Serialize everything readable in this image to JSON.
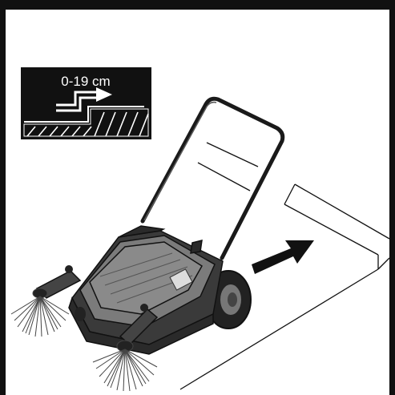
{
  "step_height_label": "0-19 cm",
  "icons": {
    "step_icon": "step-climb-icon",
    "direction_arrow": "direction-arrow-icon",
    "machine": "push-sweeper-illustration",
    "curb": "curb-step-illustration"
  },
  "colors": {
    "frame": "#111111",
    "sign_background": "#111111",
    "sign_foreground": "#ffffff",
    "machine_body": "#6f6f6f",
    "machine_dark": "#2a2a2a",
    "arrow": "#111111"
  }
}
